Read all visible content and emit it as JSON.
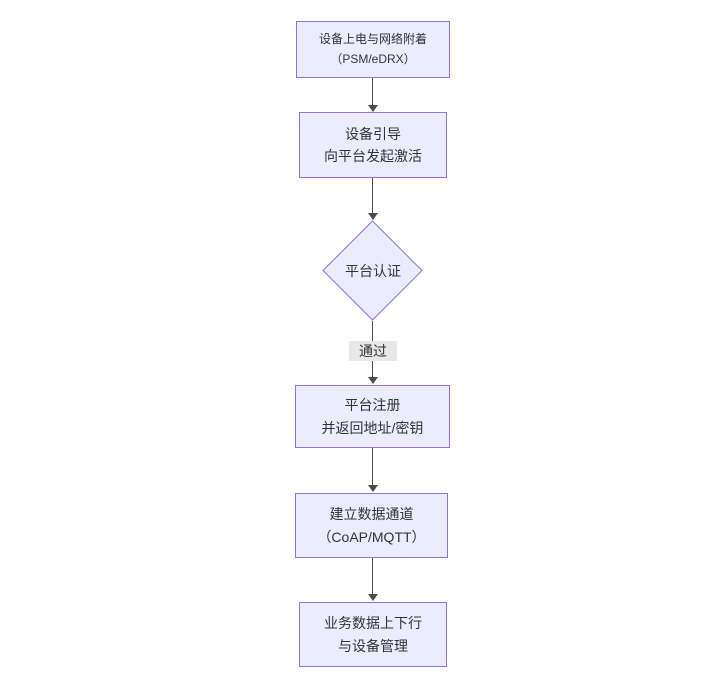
{
  "diagram": {
    "type": "flowchart",
    "direction": "top-down",
    "background": "#ffffff",
    "colors": {
      "node_fill": "#ECECFF",
      "node_border": "#9370DB",
      "edge": "#4b4b4b",
      "text": "#333333",
      "label_bg": "#e8e8e8"
    },
    "nodes": [
      {
        "id": "power-attach",
        "shape": "rect",
        "lines": [
          "设备上电与网络附着",
          "（PSM/eDRX）"
        ]
      },
      {
        "id": "bootstrap",
        "shape": "rect",
        "lines": [
          "设备引导",
          "向平台发起激活"
        ]
      },
      {
        "id": "auth",
        "shape": "diamond",
        "label": "平台认证"
      },
      {
        "id": "register",
        "shape": "rect",
        "lines": [
          "平台注册",
          "并返回地址/密钥"
        ]
      },
      {
        "id": "channel",
        "shape": "rect",
        "lines": [
          "建立数据通道",
          "（CoAP/MQTT）"
        ]
      },
      {
        "id": "business",
        "shape": "rect",
        "lines": [
          "业务数据上下行",
          "与设备管理"
        ]
      }
    ],
    "edges": [
      {
        "from": "power-attach",
        "to": "bootstrap",
        "label": ""
      },
      {
        "from": "bootstrap",
        "to": "auth",
        "label": ""
      },
      {
        "from": "auth",
        "to": "register",
        "label": "通过"
      },
      {
        "from": "register",
        "to": "channel",
        "label": ""
      },
      {
        "from": "channel",
        "to": "business",
        "label": ""
      }
    ]
  }
}
